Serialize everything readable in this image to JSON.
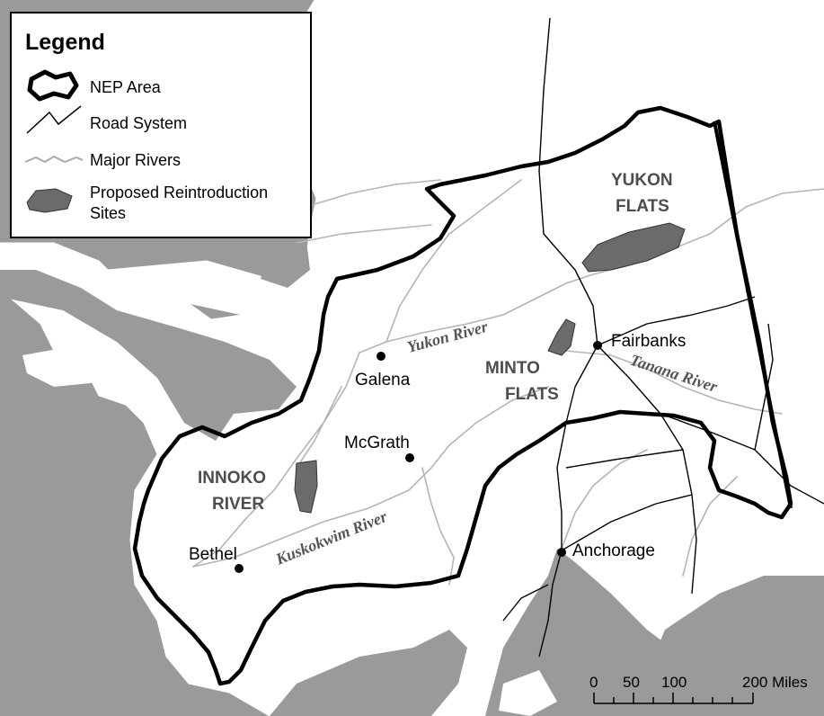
{
  "legend": {
    "title": "Legend",
    "items": [
      {
        "icon": "nep-area-outline-icon",
        "label": "NEP Area"
      },
      {
        "icon": "road-line-icon",
        "label": "Road System"
      },
      {
        "icon": "river-line-icon",
        "label": "Major Rivers"
      },
      {
        "icon": "reintroduction-site-icon",
        "label_line1": "Proposed Reintroduction",
        "label_line2": "Sites"
      }
    ]
  },
  "cities": {
    "fairbanks": "Fairbanks",
    "galena": "Galena",
    "mcgrath": "McGrath",
    "bethel": "Bethel",
    "anchorage": "Anchorage"
  },
  "regions": {
    "yukon_flats": [
      "YUKON",
      "FLATS"
    ],
    "minto_flats": [
      "MINTO",
      "FLATS"
    ],
    "innoko_river": [
      "INNOKO",
      "RIVER"
    ]
  },
  "rivers": {
    "yukon": "Yukon River",
    "tanana": "Tanana River",
    "kuskokwim": "Kuskokwim River"
  },
  "scale_bar": {
    "ticks": [
      "0",
      "50",
      "100",
      "200 Miles"
    ]
  },
  "colors": {
    "water": "#9a9a9a",
    "land": "#ffffff",
    "site_fill": "#6b6b6b",
    "river": "#b4b4b4"
  }
}
